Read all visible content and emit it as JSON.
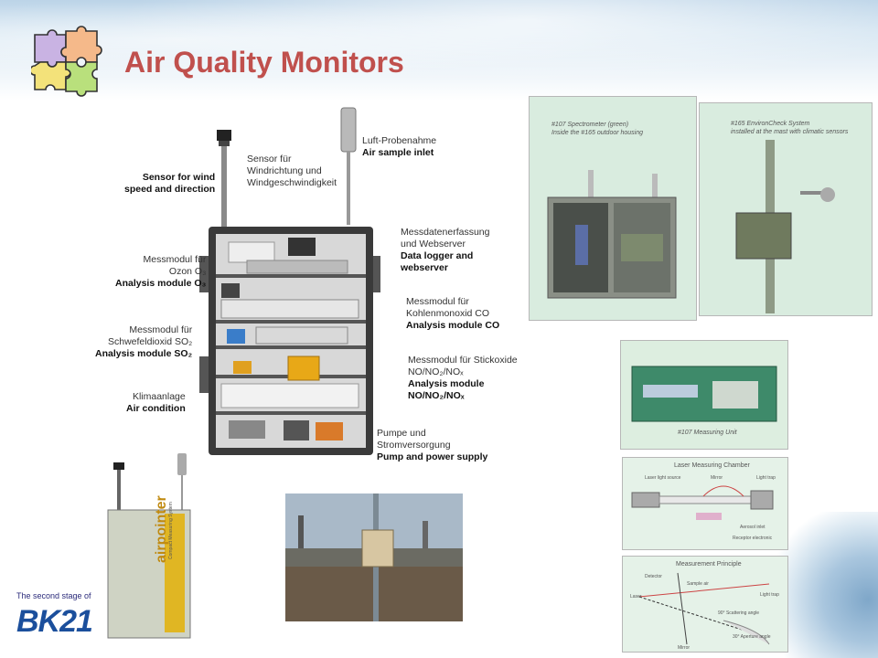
{
  "slide": {
    "title": "Air Quality Monitors"
  },
  "diagram_labels": {
    "sensor_de": "Sensor für\nWindrichtung und\nWindgeschwindigkeit",
    "sensor_en": "Sensor for wind\nspeed and direction",
    "inlet_de": "Luft-Probenahme",
    "inlet_en": "Air sample inlet",
    "datalogger_de": "Messdatenerfassung\nund Webserver",
    "datalogger_en": "Data logger and\nwebserver",
    "ozone_de": "Messmodul für\nOzon O₃",
    "ozone_en": "Analysis module O₃",
    "co_de": "Messmodul für\nKohlenmonoxid CO",
    "co_en": "Analysis module CO",
    "so2_de": "Messmodul für\nSchwefeldioxid SO₂",
    "so2_en": "Analysis module SO₂",
    "nox_de": "Messmodul für Stickoxide\nNO/NO₂/NOₓ",
    "nox_en": "Analysis module\nNO/NO₂/NOₓ",
    "aircon_de": "Klimaanlage",
    "aircon_en": "Air condition",
    "pump_de": "Pumpe und\nStromversorgung",
    "pump_en": "Pump and power supply"
  },
  "photos": {
    "spectrometer_caption": "#107 Spectrometer (green)\nInside the #165 outdoor housing",
    "environcheck_caption": "#165 EnvironCheck System\ninstalled at the mast with climatic sensors",
    "measuring_unit_caption": "#107 Measuring Unit",
    "laser_chamber_title": "Laser Measuring Chamber",
    "laser_chamber_labels": [
      "Laser light source",
      "Mirror",
      "Light trap",
      "Aerosol inlet",
      "Receptor electronic"
    ],
    "principle_title": "Measurement Principle",
    "principle_labels": [
      "Detector",
      "Sample air",
      "Light trap",
      "Laser",
      "90° Scattering angle",
      "30° Aperture angle",
      "Mirror"
    ],
    "airpointer_brand": "airpointer",
    "airpointer_sub": "Compact Measuring System"
  },
  "logo": {
    "tagline": "The second stage of",
    "name": "BK21"
  }
}
